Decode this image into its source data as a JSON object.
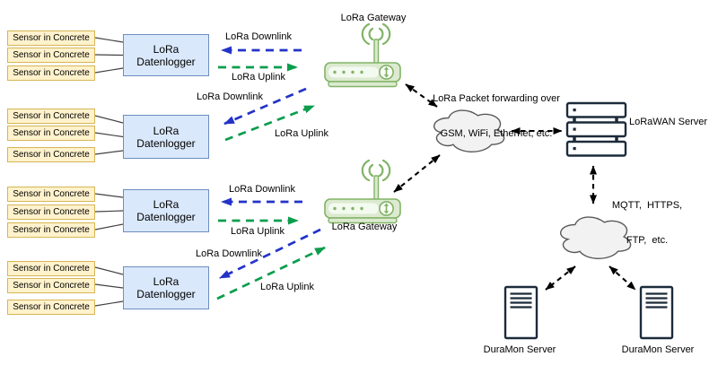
{
  "labels": {
    "sensor": "Sensor in Concrete",
    "datenlogger_line1": "LoRa",
    "datenlogger_line2": "Datenlogger",
    "downlink": "LoRa Downlink",
    "uplink": "LoRa Uplink",
    "gateway": "LoRa Gateway",
    "cloud_caption_line1": "LoRa Packet forwarding over",
    "cloud_caption_line2": "GSM, WiFi, Ethernet, etc.",
    "lorawan_server": "LoRaWAN Server",
    "protocols_line1": "MQTT,  HTTPS,",
    "protocols_line2": "FTP,  etc.",
    "duramon_server": "DuraMon Server"
  },
  "counts": {
    "sensor_groups": 4,
    "sensors_per_group": 3,
    "datenloggers": 4,
    "gateways": 2,
    "clouds": 2,
    "duramon_servers": 2
  },
  "icons": [
    "antenna-waves-icon",
    "router-icon",
    "up-down-arrow-icon",
    "cloud-icon",
    "rack-server-icon",
    "tower-server-icon"
  ],
  "colors": {
    "sensor_fill": "#FFF2CC",
    "sensor_border": "#D6B656",
    "datenlogger_fill": "#DAE8FC",
    "datenlogger_border": "#6C8EBF",
    "gateway_green": "#82B366",
    "gateway_fill": "#DCEAD0",
    "downlink_blue": "#2333C8",
    "uplink_green": "#0B9D4C",
    "server_outline": "#1C2B3A",
    "cloud_fill": "#F2F2F2",
    "cloud_border": "#595959",
    "link_black": "#000000"
  }
}
